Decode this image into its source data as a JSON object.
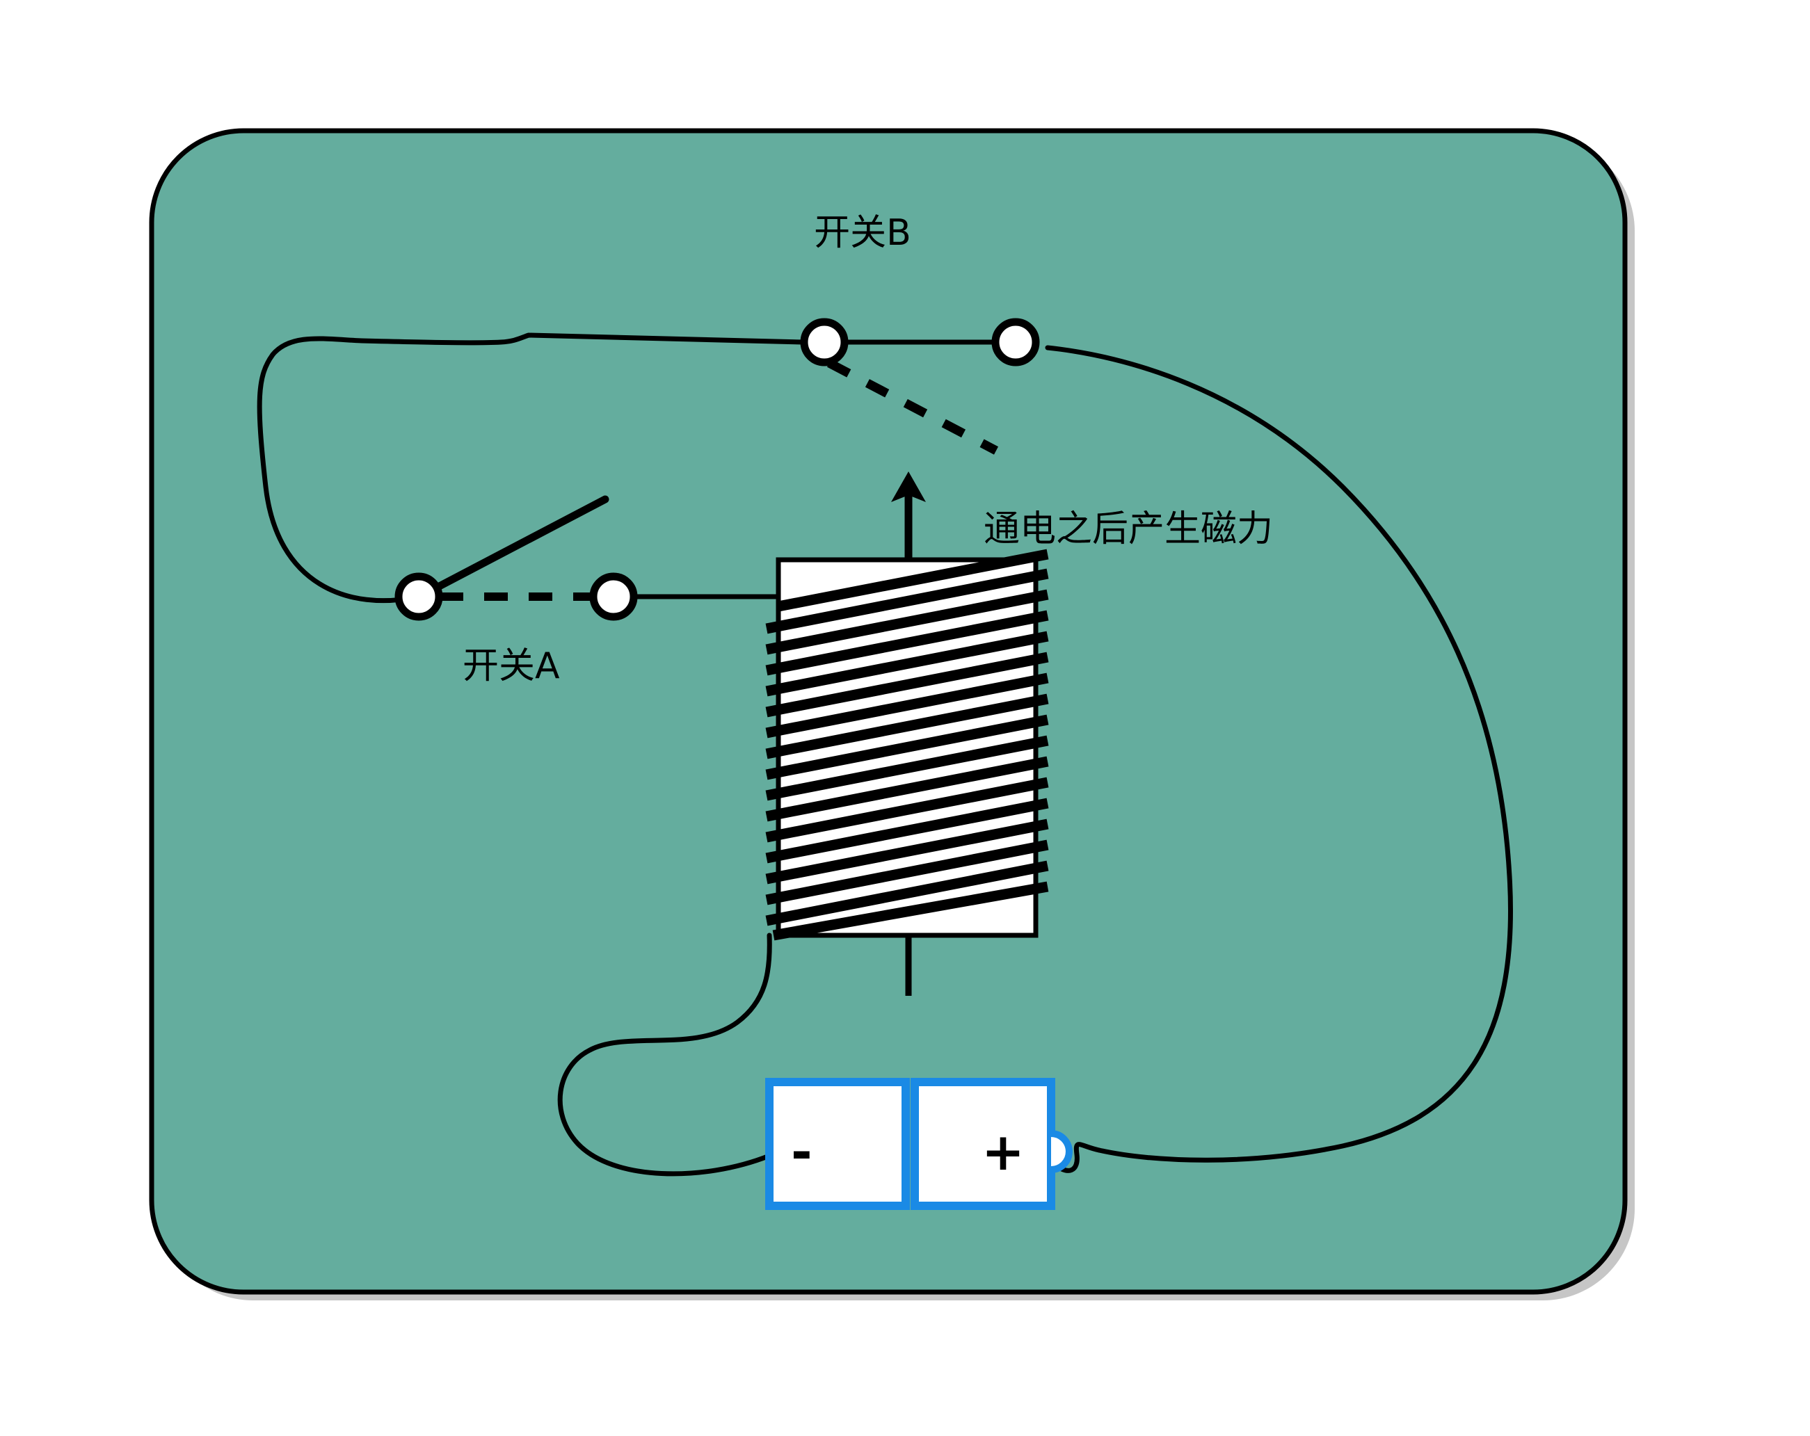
{
  "page": {
    "background_color": "#ffffff",
    "title": "电磁继电器电路示意图"
  },
  "panel": {
    "fill_color": "#64ad9e",
    "border_color": "#000000",
    "shadow_color": "#c6c6c6",
    "corner_radius": 130
  },
  "labels": {
    "switch_b": "开关B",
    "switch_a": "开关A",
    "magnet_note": "通电之后产生磁力"
  },
  "battery": {
    "negative_sign": "-",
    "positive_sign": "+",
    "outline_color": "#1a8ae5",
    "fill_color": "#ffffff"
  },
  "switch_a": {
    "state": "open",
    "terminal_fill": "#ffffff",
    "terminal_stroke": "#000000",
    "connector_style": "dashed"
  },
  "switch_b": {
    "state": "closed",
    "terminal_fill": "#ffffff",
    "terminal_stroke": "#000000",
    "connector_style": "solid",
    "actuator_style": "dashed"
  },
  "coil": {
    "fill_color": "#ffffff",
    "outline_color": "#000000",
    "winding_color": "#000000",
    "winding_turns": 17
  },
  "arrow": {
    "direction": "up",
    "color": "#000000"
  },
  "wire": {
    "color": "#000000",
    "width": 7
  }
}
